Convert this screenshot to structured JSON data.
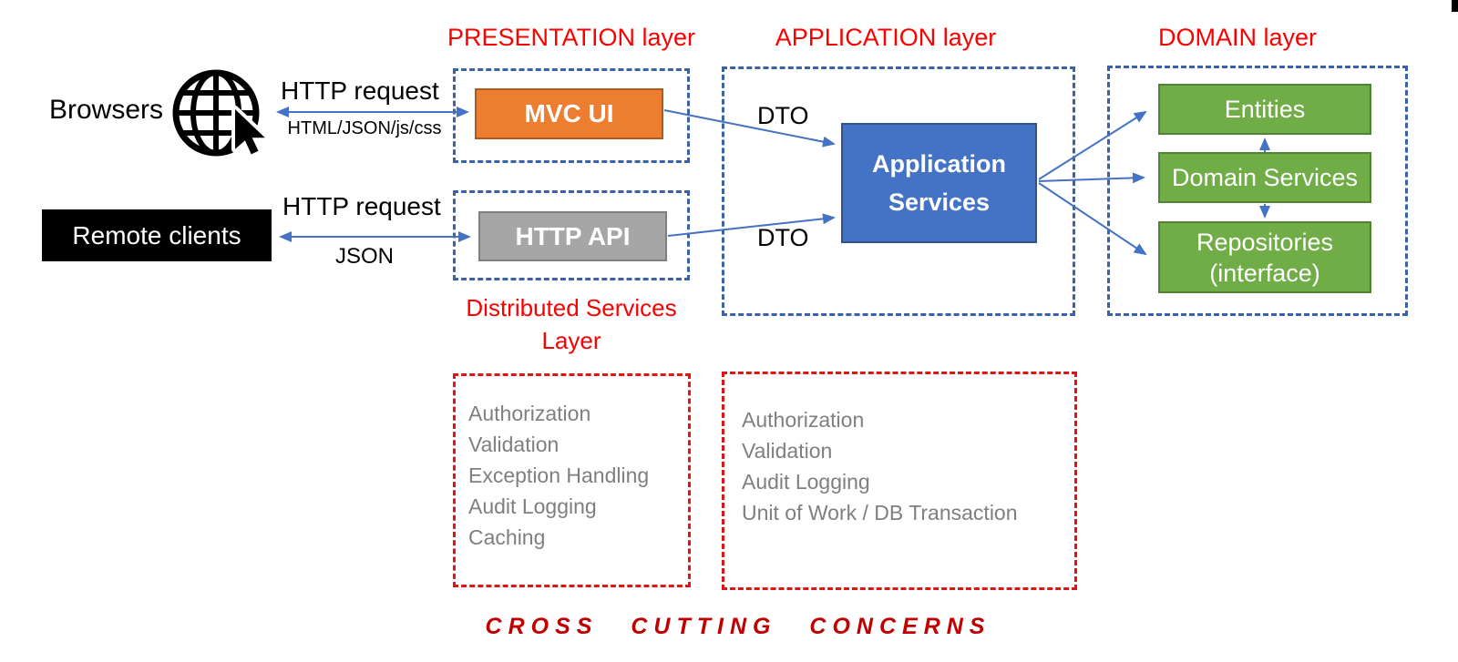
{
  "diagram": {
    "titles": {
      "presentation": "PRESENTATION layer",
      "application": "APPLICATION layer",
      "domain": "DOMAIN layer",
      "distributed_services": [
        "Distributed Services",
        "Layer"
      ],
      "cross_cutting": "CROSS CUTTING CONCERNS"
    },
    "clients": {
      "browsers": "Browsers",
      "remote_clients": "Remote clients"
    },
    "connections": {
      "browser_request": "HTTP request",
      "browser_response": "HTML/JSON/js/css",
      "remote_request": "HTTP request",
      "remote_response": "JSON",
      "dto_top": "DTO",
      "dto_bottom": "DTO"
    },
    "boxes": {
      "mvc_ui": "MVC UI",
      "http_api": "HTTP API",
      "application_services": [
        "Application",
        "Services"
      ],
      "entities": "Entities",
      "domain_services": "Domain Services",
      "repositories": [
        "Repositories",
        "(interface)"
      ]
    },
    "cross_cutting_lists": {
      "presentation": [
        "Authorization",
        "Validation",
        "Exception Handling",
        "Audit Logging",
        "Caching"
      ],
      "application": [
        "Authorization",
        "Validation",
        "Audit Logging",
        "Unit of Work / DB Transaction"
      ]
    },
    "colors": {
      "accent_orange": "#ED7D31",
      "accent_gray": "#A6A6A6",
      "accent_blue": "#4472C4",
      "accent_green": "#70AD47",
      "title_red": "#FB0000",
      "dashed_red": "#DF1414",
      "dashed_blue": "#3A62A8",
      "footer_red": "#C00000",
      "list_gray": "#7F7F7F"
    }
  }
}
